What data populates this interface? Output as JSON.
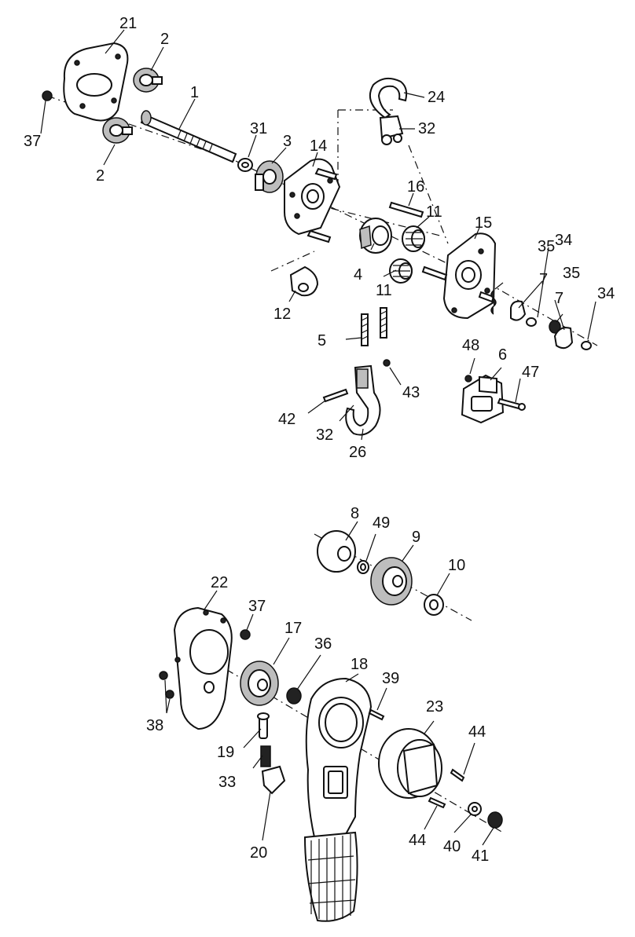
{
  "labels": {
    "l21": "21",
    "l2a": "2",
    "l37a": "37",
    "l1": "1",
    "l2b": "2",
    "l31": "31",
    "l3": "3",
    "l14": "14",
    "l24": "24",
    "l32a": "32",
    "l16": "16",
    "l11a": "11",
    "l15": "15",
    "l34a": "34",
    "l35a": "35",
    "l7a": "7",
    "l35b": "35",
    "l7b": "7",
    "l34b": "34",
    "l4": "4",
    "l11b": "11",
    "l12": "12",
    "l5": "5",
    "l48": "48",
    "l6": "6",
    "l47": "47",
    "l43": "43",
    "l42": "42",
    "l32b": "32",
    "l26": "26",
    "l8": "8",
    "l49": "49",
    "l9": "9",
    "l10": "10",
    "l22": "22",
    "l37b": "37",
    "l17": "17",
    "l36": "36",
    "l18": "18",
    "l39": "39",
    "l23": "23",
    "l38": "38",
    "l44a": "44",
    "l19": "19",
    "l33": "33",
    "l44b": "44",
    "l40": "40",
    "l20": "20",
    "l41": "41"
  }
}
